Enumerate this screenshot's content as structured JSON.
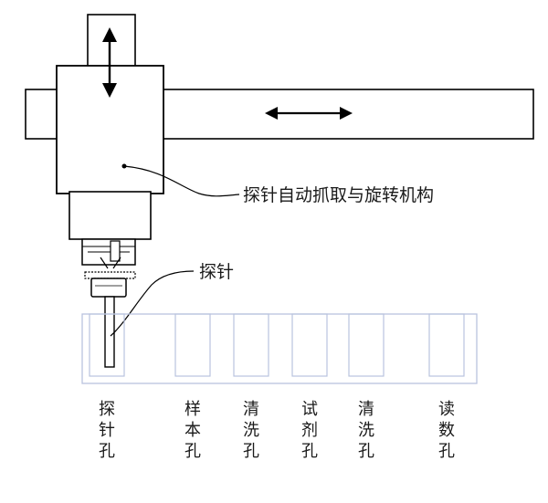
{
  "callouts": {
    "mechanism": "探针自动抓取与旋转机构",
    "probe": "探针"
  },
  "holes": [
    {
      "label": [
        "探",
        "针",
        "孔"
      ]
    },
    {
      "label": [
        "样",
        "本",
        "孔"
      ]
    },
    {
      "label": [
        "清",
        "洗",
        "孔"
      ]
    },
    {
      "label": [
        "试",
        "剂",
        "孔"
      ]
    },
    {
      "label": [
        "清",
        "洗",
        "孔"
      ]
    },
    {
      "label": [
        "读",
        "数",
        "孔"
      ]
    }
  ],
  "colors": {
    "line": "#000000",
    "well_outline": "#b9c3de",
    "text": "#1a1a1a"
  }
}
